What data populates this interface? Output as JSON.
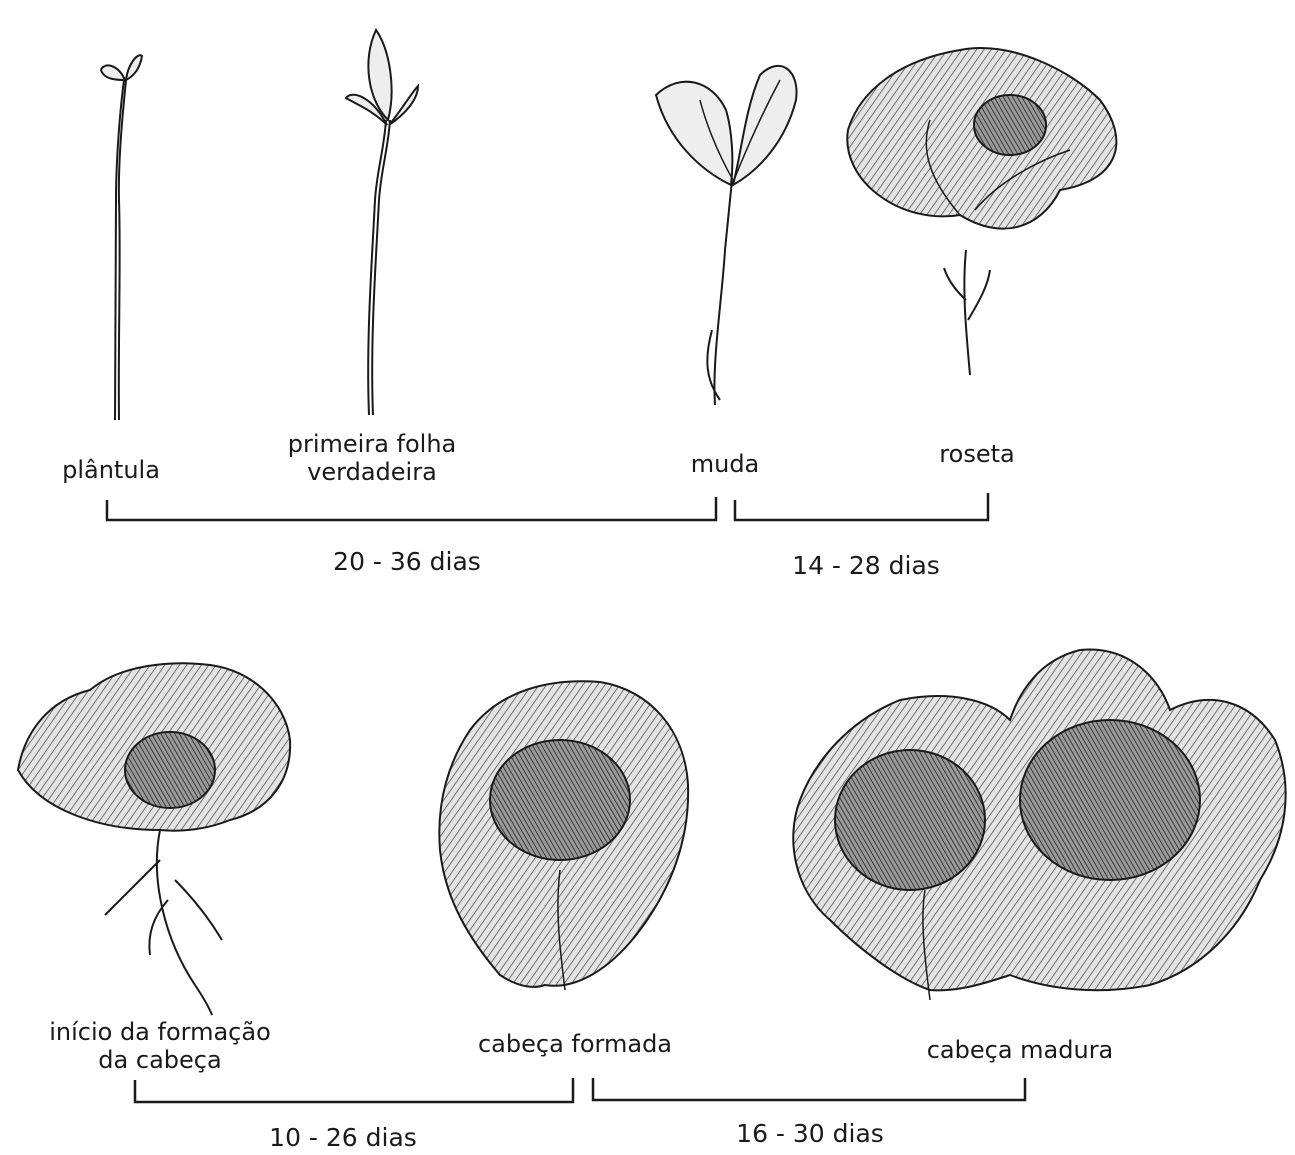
{
  "stages": [
    {
      "id": "plantula",
      "label": "plântula"
    },
    {
      "id": "primeira-folha",
      "label": "primeira folha\nverdadeira"
    },
    {
      "id": "muda",
      "label": "muda"
    },
    {
      "id": "roseta",
      "label": "roseta"
    },
    {
      "id": "inicio-cabeca",
      "label": "início da formação\nda cabeça"
    },
    {
      "id": "cabeca-formada",
      "label": "cabeça formada"
    },
    {
      "id": "cabeca-madura",
      "label": "cabeça madura"
    }
  ],
  "intervals": [
    {
      "id": "interval-1",
      "from": "plântula",
      "to": "muda",
      "label": "20 - 36 dias"
    },
    {
      "id": "interval-2",
      "from": "muda",
      "to": "roseta",
      "label": "14 - 28 dias"
    },
    {
      "id": "interval-3",
      "from": "início da formação da cabeça",
      "to": "cabeça formada",
      "label": "10 - 26 dias"
    },
    {
      "id": "interval-4",
      "from": "cabeça formada",
      "to": "cabeça madura",
      "label": "16 - 30 dias"
    }
  ],
  "colors": {
    "ink": "#1a1a1a",
    "leaf_fill": "#e9e9e9",
    "leaf_dark": "#555555",
    "background": "#ffffff"
  }
}
